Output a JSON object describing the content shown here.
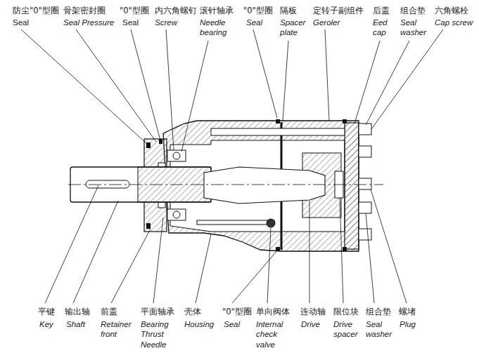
{
  "diagram": {
    "labels": [
      "防尘\"0\"型圈",
      "Seal",
      "骨架密封圈",
      "Seal Pressure",
      "\"0\"型圈",
      "Seal",
      "内六角螺钉",
      "Screw",
      "滚针轴承",
      "Needle bearing",
      "\"0\"型圈",
      "Seal",
      "隔板",
      "Spacer plate",
      "定转子副组件",
      "Geroler",
      "后盖",
      "Eed cap",
      "组合垫",
      "Seal washer",
      "六角螺栓",
      "Cap screw",
      "平键",
      "Key",
      "输出轴",
      "Shaft",
      "前盖",
      "Retainer front",
      "平面轴承",
      "Bearing Thrust Needle",
      "壳体",
      "Housing",
      "\"0\"型圈",
      "Seal",
      "单向阀体",
      "Internal check valve",
      "连动轴",
      "Drive",
      "限位块",
      "Drive spacer",
      "组合垫",
      "Seal washer",
      "螺堵",
      "Plug"
    ]
  }
}
